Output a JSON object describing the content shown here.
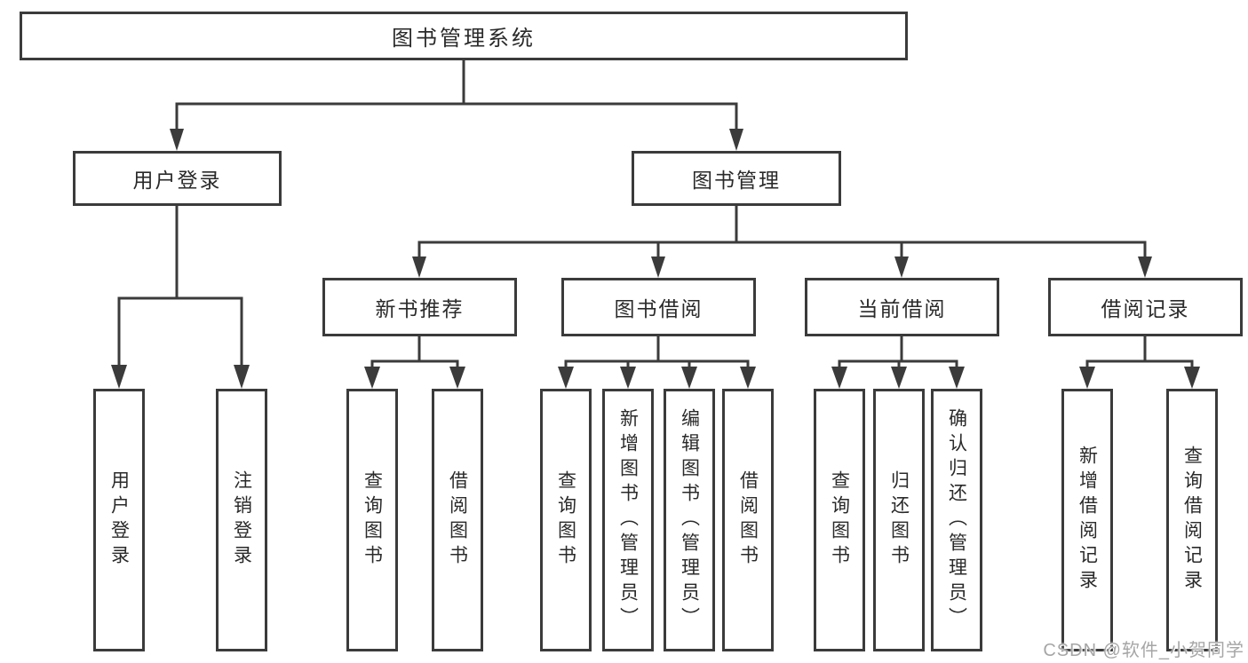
{
  "diagram": {
    "root": {
      "label": "图书管理系统"
    },
    "branches": [
      {
        "label": "用户登录",
        "children": [
          {
            "label": "用户登录"
          },
          {
            "label": "注销登录"
          }
        ]
      },
      {
        "label": "图书管理",
        "children": [
          {
            "label": "新书推荐",
            "children": [
              {
                "label": "查询图书"
              },
              {
                "label": "借阅图书"
              }
            ]
          },
          {
            "label": "图书借阅",
            "children": [
              {
                "label": "查询图书"
              },
              {
                "label": "新增图书（管理员）"
              },
              {
                "label": "编辑图书（管理员）"
              },
              {
                "label": "借阅图书"
              }
            ]
          },
          {
            "label": "当前借阅",
            "children": [
              {
                "label": "查询图书"
              },
              {
                "label": "归还图书"
              },
              {
                "label": "确认归还（管理员）"
              }
            ]
          },
          {
            "label": "借阅记录",
            "children": [
              {
                "label": "新增借阅记录"
              },
              {
                "label": "查询借阅记录"
              }
            ]
          }
        ]
      }
    ]
  },
  "watermark": "CSDN @软件_小贺同学",
  "colors": {
    "line": "#3b3b3b",
    "text": "#2a2a2a",
    "watermark": "#a6a6a6",
    "background": "#ffffff"
  }
}
